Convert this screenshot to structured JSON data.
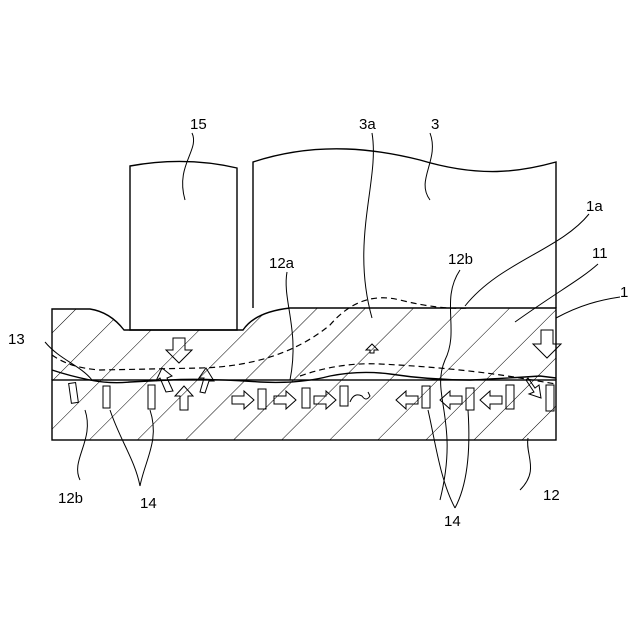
{
  "labels": {
    "l15": "15",
    "l3a": "3a",
    "l3": "3",
    "l1a": "1a",
    "l12b_top": "12b",
    "l11": "11",
    "l12a": "12a",
    "l1": "1",
    "l13": "13",
    "l12b_bottom": "12b",
    "l14_left": "14",
    "l12": "12",
    "l14_right": "14"
  }
}
